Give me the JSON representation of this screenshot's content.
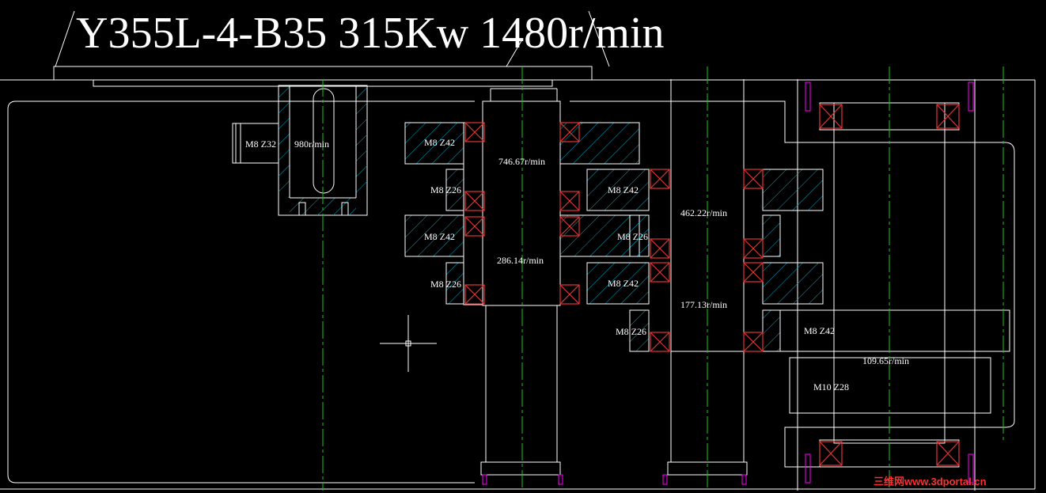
{
  "title": "Y355L-4-B35  315Kw  1480r/min",
  "labels": {
    "gear_in": "M8 Z32",
    "speed_in": "980r/min",
    "s1_z42a": "M8 Z42",
    "s1_z26a": "M8 Z26",
    "s1_z42b": "M8 Z42",
    "s1_z26b": "M8 Z26",
    "s1_speed_a": "746.67r/min",
    "s1_speed_b": "286.14r/min",
    "s2_z42a": "M8 Z42",
    "s2_z26a": "M8 Z26",
    "s2_z42b": "M8 Z42",
    "s2_z26b": "M8 Z26",
    "s2_speed_a": "462.22r/min",
    "s2_speed_b": "177.13r/min",
    "s3_z42": "M8 Z42",
    "s3_z28": "M10 Z28",
    "s3_speed": "109.65r/min"
  },
  "watermark": "三维网www.3dportal.cn",
  "colors": {
    "background": "#000000",
    "outline": "#ffffff",
    "centerline": "#19c819",
    "hatch": "#00a6c8",
    "bearing_cross": "#e23535",
    "bolt": "#ff00ff",
    "watermark": "#ff3030"
  }
}
